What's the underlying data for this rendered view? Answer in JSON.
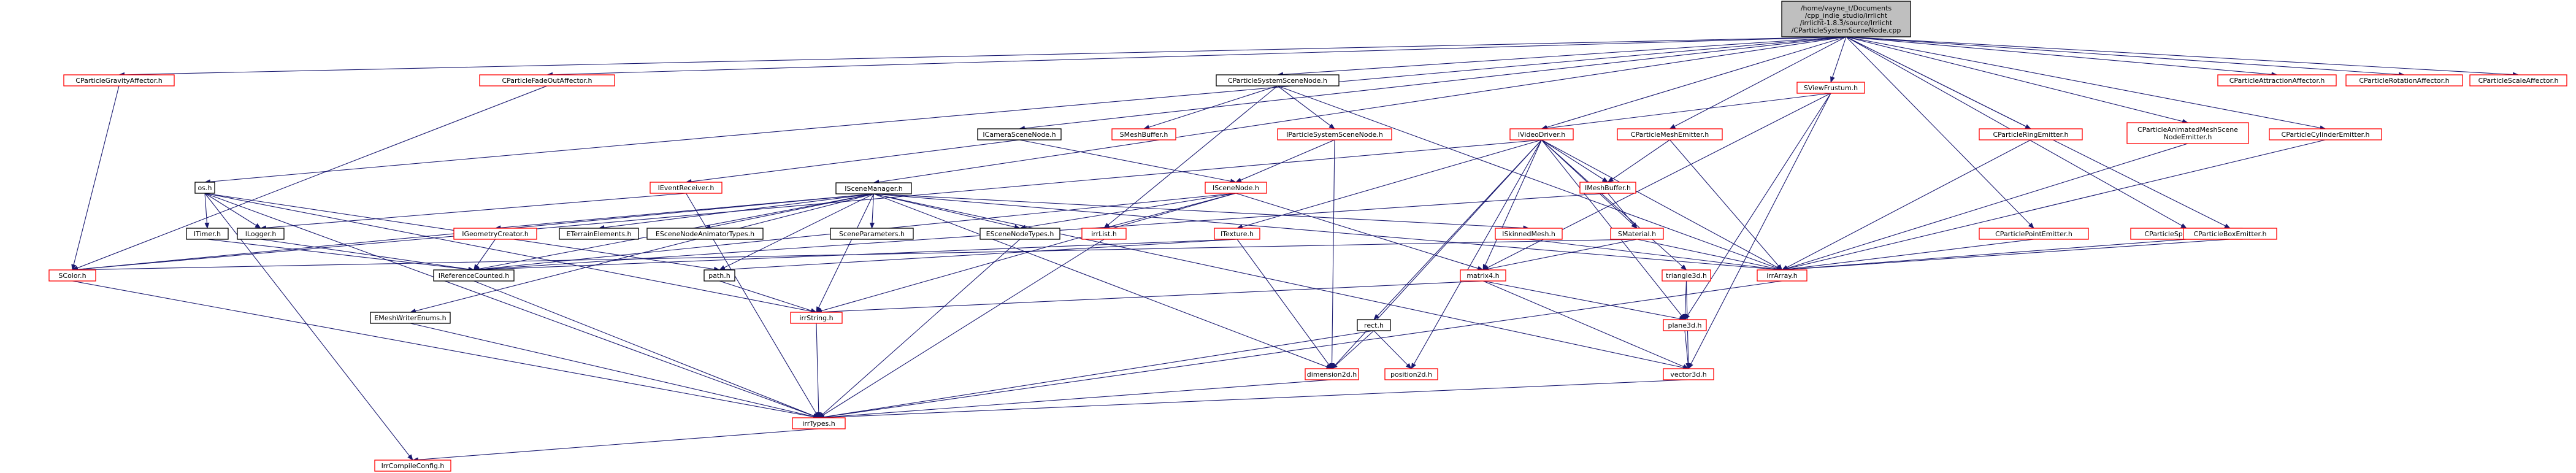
{
  "root": {
    "id": "root",
    "lines": [
      "/home/vayne_t/Documents",
      "/cpp_indie_studio/irrlicht",
      "/irrlicht-1.8.3/source/Irrlicht",
      "/CParticleSystemSceneNode.cpp"
    ]
  },
  "nodes": [
    {
      "id": "gravity",
      "label": "CParticleGravityAffector.h",
      "style": "red"
    },
    {
      "id": "fadeout",
      "label": "CParticleFadeOutAffector.h",
      "style": "red"
    },
    {
      "id": "pssn",
      "label": "CParticleSystemSceneNode.h",
      "style": "black"
    },
    {
      "id": "sviewfrustum",
      "label": "SViewFrustum.h",
      "style": "red"
    },
    {
      "id": "attraction",
      "label": "CParticleAttractionAffector.h",
      "style": "red"
    },
    {
      "id": "rotation",
      "label": "CParticleRotationAffector.h",
      "style": "red"
    },
    {
      "id": "scale",
      "label": "CParticleScaleAffector.h",
      "style": "red"
    },
    {
      "id": "camera",
      "label": "ICameraSceneNode.h",
      "style": "black"
    },
    {
      "id": "smeshbuffer",
      "label": "SMeshBuffer.h",
      "style": "red"
    },
    {
      "id": "ipssn",
      "label": "IParticleSystemSceneNode.h",
      "style": "red"
    },
    {
      "id": "ivideodriver",
      "label": "IVideoDriver.h",
      "style": "red"
    },
    {
      "id": "meshemitter",
      "label": "CParticleMeshEmitter.h",
      "style": "red"
    },
    {
      "id": "ringemitter",
      "label": "CParticleRingEmitter.h",
      "style": "red"
    },
    {
      "id": "animmesh",
      "label": [
        "CParticleAnimatedMeshScene",
        "NodeEmitter.h"
      ],
      "style": "red"
    },
    {
      "id": "cylinder",
      "label": "CParticleCylinderEmitter.h",
      "style": "red"
    },
    {
      "id": "ieventreceiver",
      "label": "IEventReceiver.h",
      "style": "red"
    },
    {
      "id": "iscenenode",
      "label": "ISceneNode.h",
      "style": "red"
    },
    {
      "id": "imeshbuffer",
      "label": "IMeshBuffer.h",
      "style": "red"
    },
    {
      "id": "pointemitter",
      "label": "CParticlePointEmitter.h",
      "style": "red"
    },
    {
      "id": "sphereemitter",
      "label": "CParticleSphereEmitter.h",
      "style": "red"
    },
    {
      "id": "boxemitter",
      "label": "CParticleBoxEmitter.h",
      "style": "red"
    },
    {
      "id": "os",
      "label": "os.h",
      "style": "black"
    },
    {
      "id": "iscenemanager",
      "label": "ISceneManager.h",
      "style": "black"
    },
    {
      "id": "itimer",
      "label": "ITimer.h",
      "style": "black"
    },
    {
      "id": "ilogger",
      "label": "ILogger.h",
      "style": "black"
    },
    {
      "id": "igeometry",
      "label": "IGeometryCreator.h",
      "style": "red"
    },
    {
      "id": "eterrain",
      "label": "ETerrainElements.h",
      "style": "black"
    },
    {
      "id": "escenenodeanim",
      "label": "ESceneNodeAnimatorTypes.h",
      "style": "black"
    },
    {
      "id": "sceneparams",
      "label": "SceneParameters.h",
      "style": "black"
    },
    {
      "id": "escenenodetypes",
      "label": "ESceneNodeTypes.h",
      "style": "black"
    },
    {
      "id": "irrlist",
      "label": "irrList.h",
      "style": "red"
    },
    {
      "id": "iskinnedmesh",
      "label": "ISkinnedMesh.h",
      "style": "red"
    },
    {
      "id": "smaterial",
      "label": "SMaterial.h",
      "style": "red"
    },
    {
      "id": "scolor",
      "label": "SColor.h",
      "style": "red"
    },
    {
      "id": "irefcounted",
      "label": "IReferenceCounted.h",
      "style": "black"
    },
    {
      "id": "path",
      "label": "path.h",
      "style": "black"
    },
    {
      "id": "itexture",
      "label": "ITexture.h",
      "style": "red"
    },
    {
      "id": "matrix4",
      "label": "matrix4.h",
      "style": "red"
    },
    {
      "id": "triangle3d",
      "label": "triangle3d.h",
      "style": "red"
    },
    {
      "id": "irrarray",
      "label": "irrArray.h",
      "style": "red"
    },
    {
      "id": "emeshwriter",
      "label": "EMeshWriterEnums.h",
      "style": "black"
    },
    {
      "id": "irrstring",
      "label": "irrString.h",
      "style": "red"
    },
    {
      "id": "rect",
      "label": "rect.h",
      "style": "black"
    },
    {
      "id": "plane3d",
      "label": "plane3d.h",
      "style": "red"
    },
    {
      "id": "dimension2d",
      "label": "dimension2d.h",
      "style": "red"
    },
    {
      "id": "position2d",
      "label": "position2d.h",
      "style": "red"
    },
    {
      "id": "vector3d",
      "label": "vector3d.h",
      "style": "red"
    },
    {
      "id": "irrtypes",
      "label": "irrTypes.h",
      "style": "red"
    },
    {
      "id": "irrcompile",
      "label": "IrrCompileConfig.h",
      "style": "red"
    }
  ]
}
